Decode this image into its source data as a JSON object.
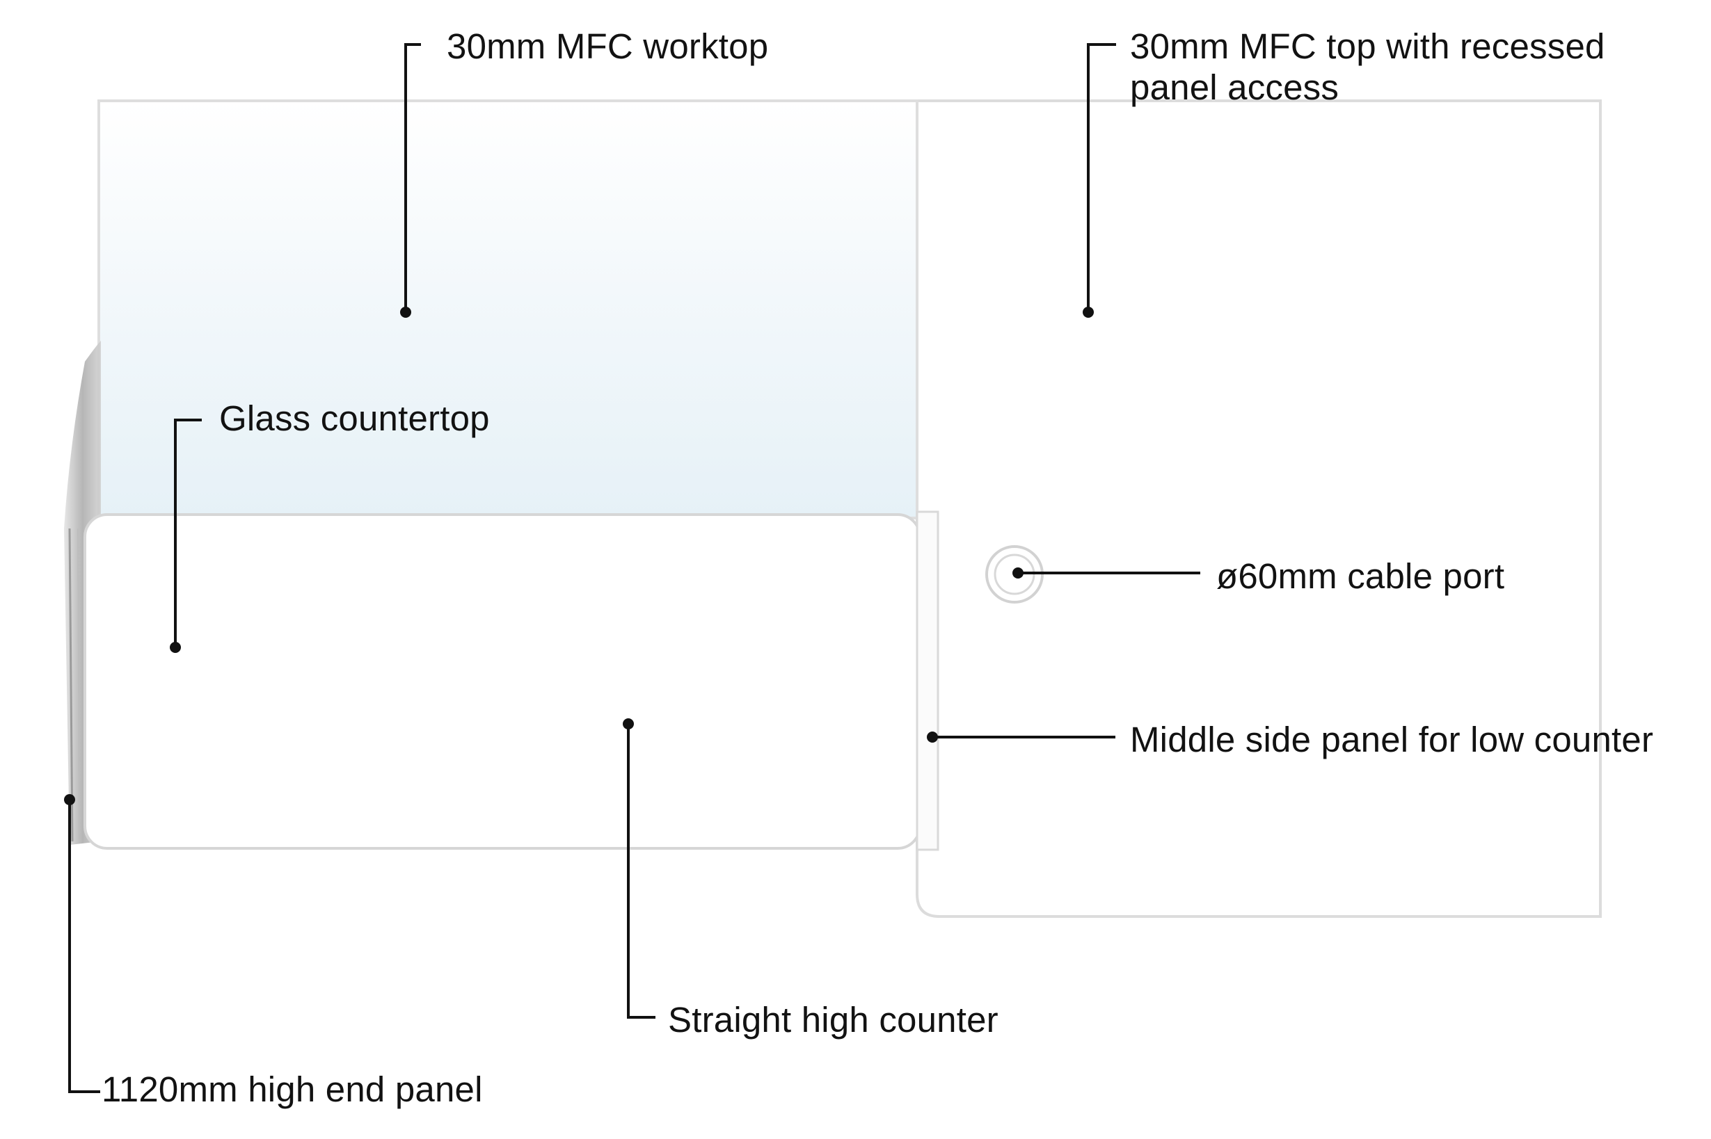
{
  "annotations": {
    "mfc_worktop": "30mm MFC worktop",
    "mfc_top_recessed": "30mm MFC top with recessed panel access",
    "glass_countertop": "Glass countertop",
    "cable_port": "ø60mm cable port",
    "middle_side_panel": "Middle side panel for low counter",
    "straight_high_counter": "Straight high counter",
    "end_panel": "1120mm high end panel"
  },
  "colors": {
    "line": "#111111",
    "panel_edge": "#d9d9d9",
    "glass_tint": "#e9f3f8"
  }
}
